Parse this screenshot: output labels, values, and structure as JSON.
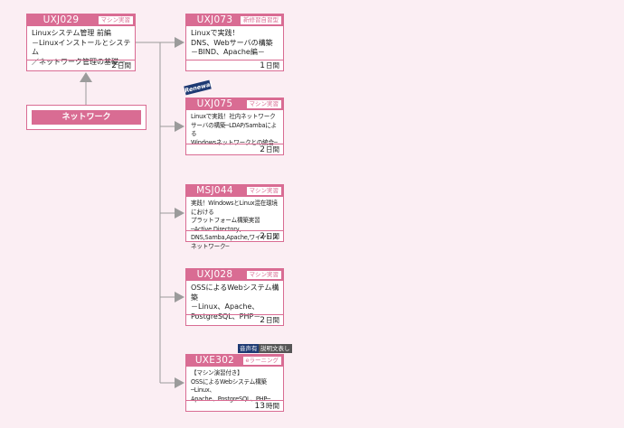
{
  "colors": {
    "background": "#fbeef3",
    "accent": "#d96c93",
    "connector": "#9b9b9b",
    "navy": "#1e3a73"
  },
  "category": {
    "label": "ネットワーク"
  },
  "courses": [
    {
      "code": "UXJ029",
      "badge": "マシン実習",
      "title": "Linuxシステム管理 前編\n－Linuxインストールとシステム\n／ネットワーク管理の基礎－",
      "duration": "2",
      "unit": "日間"
    },
    {
      "code": "UXJ073",
      "badge": "新修習自習型",
      "title": "Linuxで実践！\nDNS、Webサーバの構築\n－BIND、Apache編－",
      "duration": "1",
      "unit": "日間"
    },
    {
      "code": "UXJ075",
      "badge": "マシン実習",
      "title": "Linuxで実践！社内ネットワーク\nサーバの構築─LDAP/Sambaによる\nWindowsネットワークとの統合─",
      "duration": "2",
      "unit": "日間"
    },
    {
      "code": "MSJ044",
      "badge": "マシン実習",
      "title": "実践！WindowsとLinux混在環境における\nプラットフォーム構築実習─Active Directory,\nDNS,Samba,Apache,ワイヤレスネットワーク─",
      "duration": "2",
      "unit": "日間"
    },
    {
      "code": "UXJ028",
      "badge": "マシン実習",
      "title": "OSSによるWebシステム構築\n－Linux、Apache、\nPostgreSQL、PHP－",
      "duration": "2",
      "unit": "日間"
    },
    {
      "code": "UXE302",
      "badge": "eラーニング",
      "title": "【マシン演習付き】\nOSSによるWebシステム構築─Linux、\nApache、PostgreSQL、PHP─",
      "duration": "13",
      "unit": "時間"
    }
  ],
  "tags": {
    "renewal": "Renewal",
    "audio": "音声有",
    "subtitles": "説明文表し"
  }
}
